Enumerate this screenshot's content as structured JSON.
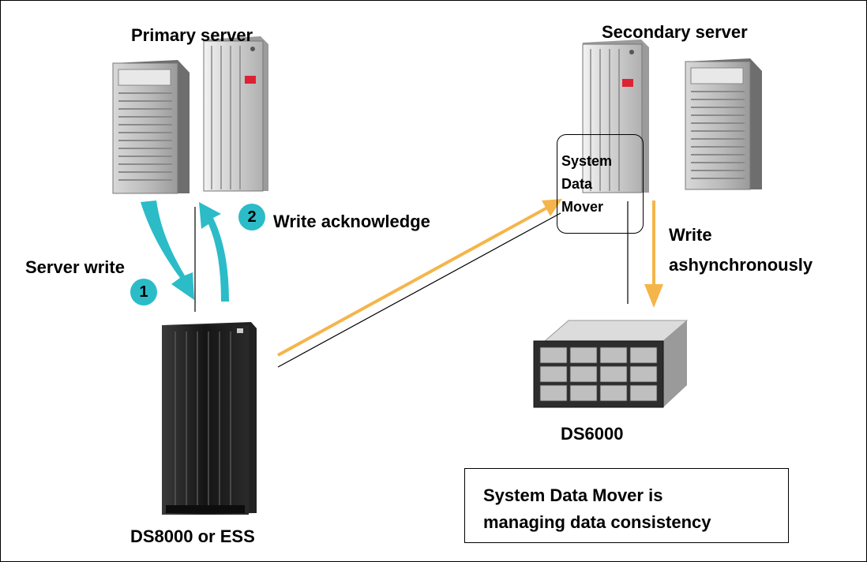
{
  "labels": {
    "primary_server": "Primary server",
    "secondary_server": "Secondary server",
    "write_ack": "Write acknowledge",
    "server_write": "Server write",
    "write_async_line1": "Write",
    "write_async_line2": "ashynchronously",
    "ds8000": "DS8000 or ESS",
    "ds6000": "DS6000"
  },
  "steps": {
    "step1": "1",
    "step2": "2"
  },
  "sdm": {
    "line1": "System",
    "line2": "Data",
    "line3": "Mover"
  },
  "note": {
    "line1": "System Data Mover is",
    "line2": "managing data consistency"
  },
  "colors": {
    "cyan": "#2bbcc8",
    "orange": "#f5b54a",
    "storage_dark": "#1a1a1a"
  }
}
